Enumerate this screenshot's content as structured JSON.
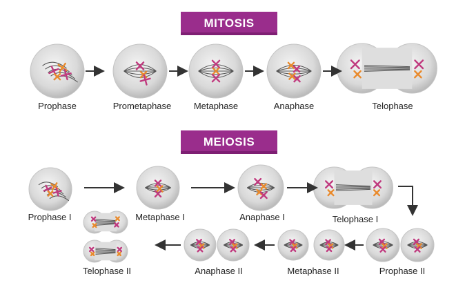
{
  "mitosis": {
    "title": "MITOSIS",
    "stages": [
      "Prophase",
      "Prometaphase",
      "Metaphase",
      "Anaphase",
      "Telophase"
    ]
  },
  "meiosis": {
    "title": "MEIOSIS",
    "stages": [
      "Prophase I",
      "Metaphase I",
      "Anaphase I",
      "Telophase I",
      "Prophase II",
      "Metaphase II",
      "Anaphase II",
      "Telophase II"
    ]
  },
  "colors": {
    "banner": "#9a2d8c",
    "chromosome_magenta": "#c0397e",
    "chromosome_orange": "#e98a2c",
    "cell": "#d6d6d6",
    "arrow": "#333333"
  }
}
